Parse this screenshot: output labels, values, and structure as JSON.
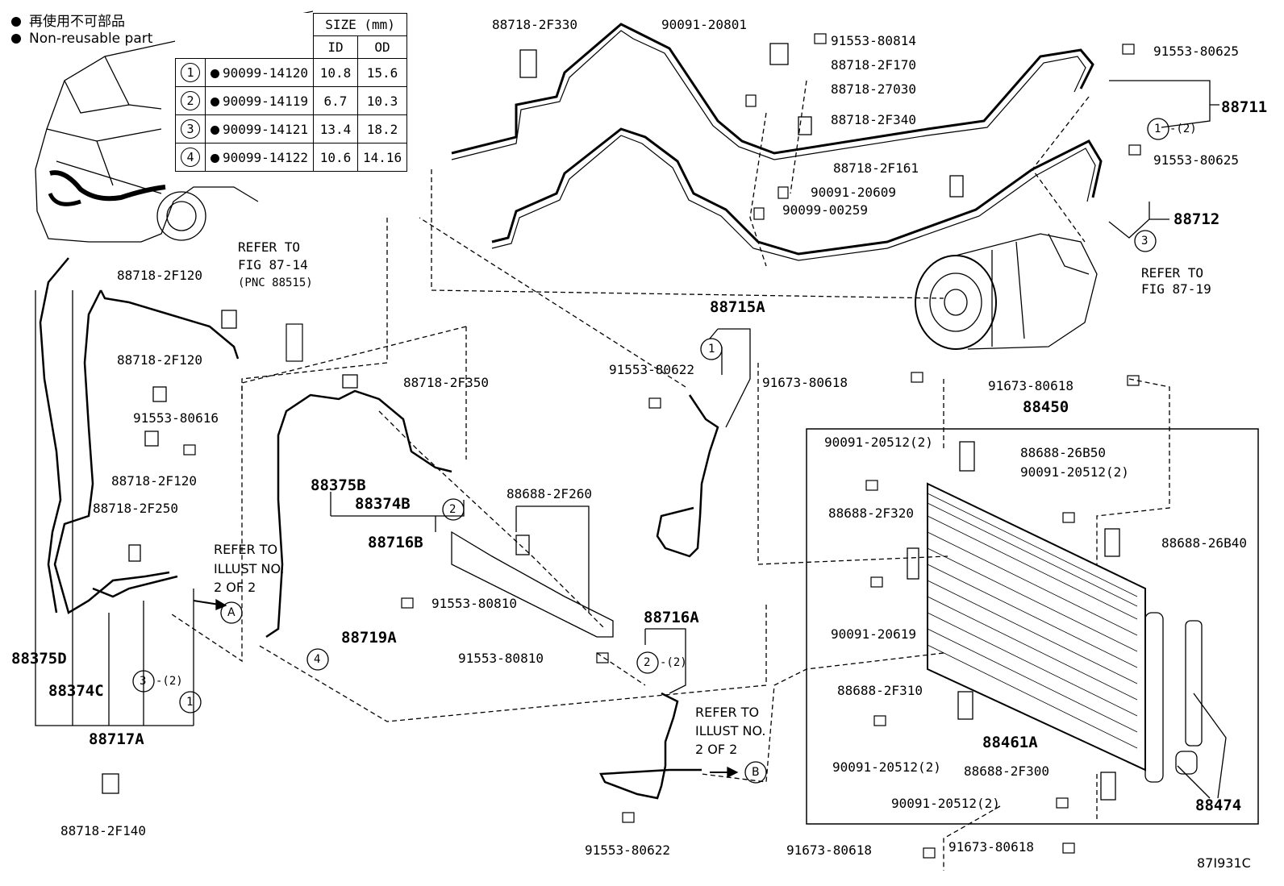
{
  "legend": {
    "japanese": "再使用不可部品",
    "english": "Non-reusable part"
  },
  "size_table": {
    "header": "SIZE (mm)",
    "col_id": "ID",
    "col_od": "OD",
    "rows": [
      {
        "num": "1",
        "part": "90099-14120",
        "id": "10.8",
        "od": "15.6"
      },
      {
        "num": "2",
        "part": "90099-14119",
        "id": "6.7",
        "od": "10.3"
      },
      {
        "num": "3",
        "part": "90099-14121",
        "id": "13.4",
        "od": "18.2"
      },
      {
        "num": "4",
        "part": "90099-14122",
        "id": "10.6",
        "od": "14.16"
      }
    ]
  },
  "labels": {
    "p_2f330": "88718-2F330",
    "p_20801": "90091-20801",
    "p_80814": "91553-80814",
    "p_80625a": "91553-80625",
    "p_2f170": "88718-2F170",
    "p_27030": "88718-27030",
    "p_2f340": "88718-2F340",
    "p_88711": "88711",
    "p_ring1_2": "1",
    "p_ring1_2q": "-(2)",
    "p_80625b": "91553-80625",
    "p_2f161": "88718-2F161",
    "p_20609": "90091-20609",
    "p_00259": "90099-00259",
    "p_88712": "88712",
    "p_ring3": "3",
    "refer_8719_a": "REFER TO",
    "refer_8719_b": "FIG 87-19",
    "refer_8714_a": "REFER TO",
    "refer_8714_b": "FIG 87-14",
    "refer_8714_c": "(PNC 88515)",
    "p_2f120a": "88718-2F120",
    "p_2f120b": "88718-2F120",
    "p_80616": "91553-80616",
    "p_2f120c": "88718-2F120",
    "p_2f250": "88718-2F250",
    "p_2f350": "88718-2F350",
    "p_88715a": "88715A",
    "p_ring1_b": "1",
    "p_80622a": "91553-80622",
    "p_80618a": "91673-80618",
    "p_80618b": "91673-80618",
    "p_88450": "88450",
    "p_20512a": "90091-20512(2)",
    "p_26b50": "88688-26B50",
    "p_20512b": "90091-20512(2)",
    "p_2f320": "88688-2F320",
    "p_26b40": "88688-26B40",
    "p_20619": "90091-20619",
    "p_2f310": "88688-2F310",
    "p_88461a": "88461A",
    "p_20512c": "90091-20512(2)",
    "p_2f300": "88688-2F300",
    "p_20512d": "90091-20512(2)",
    "p_88474": "88474",
    "p_80618c": "91673-80618",
    "p_80618d": "91673-80618",
    "p_88375b": "88375B",
    "p_88374b": "88374B",
    "p_ring2_a": "2",
    "p_88716b": "88716B",
    "p_2f260": "88688-2F260",
    "p_80810a": "91553-80810",
    "p_80810b": "91553-80810",
    "p_88716a": "88716A",
    "p_ring2_b": "2",
    "p_ring2_bq": "-(2)",
    "refer_b_a": "REFER TO",
    "refer_b_b": "ILLUST NO.",
    "refer_b_c": "2 OF 2",
    "p_b": "B",
    "p_80622b": "91553-80622",
    "p_88719a": "88719A",
    "p_ring4": "4",
    "refer_a_a": "REFER TO",
    "refer_a_b": "ILLUST NO.",
    "refer_a_c": "2 OF 2",
    "p_a": "A",
    "p_88375d": "88375D",
    "p_88374c": "88374C",
    "p_ring3_b": "3",
    "p_ring3_bq": "-(2)",
    "p_ring1_c": "1",
    "p_88717a": "88717A",
    "p_2f140": "88718-2F140",
    "figure_code": "87I931C"
  }
}
